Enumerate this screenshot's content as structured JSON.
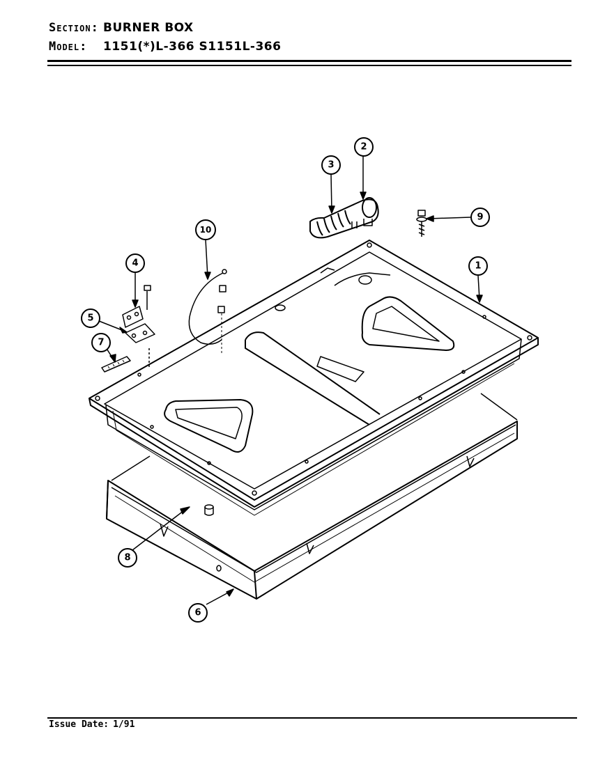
{
  "header": {
    "section_label": "Section:",
    "section_value": "BURNER BOX",
    "model_label": "Model:",
    "model_value": "1151(*)L-366  S1151L-366"
  },
  "footer": {
    "issue_label": "Issue Date:",
    "issue_value": "1/91"
  },
  "callouts": {
    "c1": "1",
    "c2": "2",
    "c3": "3",
    "c4": "4",
    "c5": "5",
    "c6": "6",
    "c7": "7",
    "c8": "8",
    "c9": "9",
    "c10": "10"
  }
}
